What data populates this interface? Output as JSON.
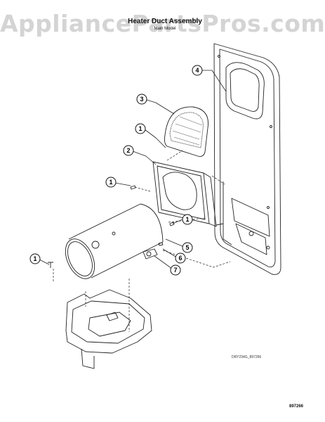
{
  "watermark": "AppliancePartsPros.com",
  "diagram": {
    "title": "Heater Duct Assembly",
    "subtitle": "Main Model",
    "ref_code_small": "DRY234G_897266",
    "ref_code_bottom": "897266"
  },
  "callouts": [
    {
      "id": "c-4",
      "label": "4"
    },
    {
      "id": "c-3",
      "label": "3"
    },
    {
      "id": "c-1a",
      "label": "1"
    },
    {
      "id": "c-2",
      "label": "2"
    },
    {
      "id": "c-1b",
      "label": "1"
    },
    {
      "id": "c-1c",
      "label": "1"
    },
    {
      "id": "c-5",
      "label": "5"
    },
    {
      "id": "c-6",
      "label": "6"
    },
    {
      "id": "c-7",
      "label": "7"
    },
    {
      "id": "c-1d",
      "label": "1"
    }
  ]
}
